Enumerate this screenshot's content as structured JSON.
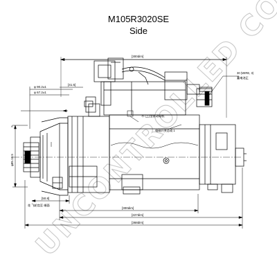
{
  "title": "M105R3020SE",
  "subtitle": "Side",
  "watermark": "UNCONTROLLED COPY",
  "dimensions": {
    "top_overall": "[300dim]",
    "left_1": "φ 90.2±1",
    "left_2": "φ 67.2±1",
    "left_3": "[41.5]",
    "vertical": "φ85.18.5",
    "bottom_1": "[50.8]",
    "bottom_2": "[300dim]",
    "bottom_3": "[227dim]",
    "bottom_4": "[368dim]",
    "pinion_note": "花 飞轮齿至 端面",
    "callout_1": "30 (WIRE, 3)",
    "callout_1b": "蓄电池正",
    "callout_2": "不 (三)型驱动电机",
    "callout_3": "电磁开关总成 1"
  },
  "colors": {
    "line": "#000000",
    "watermark": "#c9c9c9",
    "background": "#ffffff"
  }
}
